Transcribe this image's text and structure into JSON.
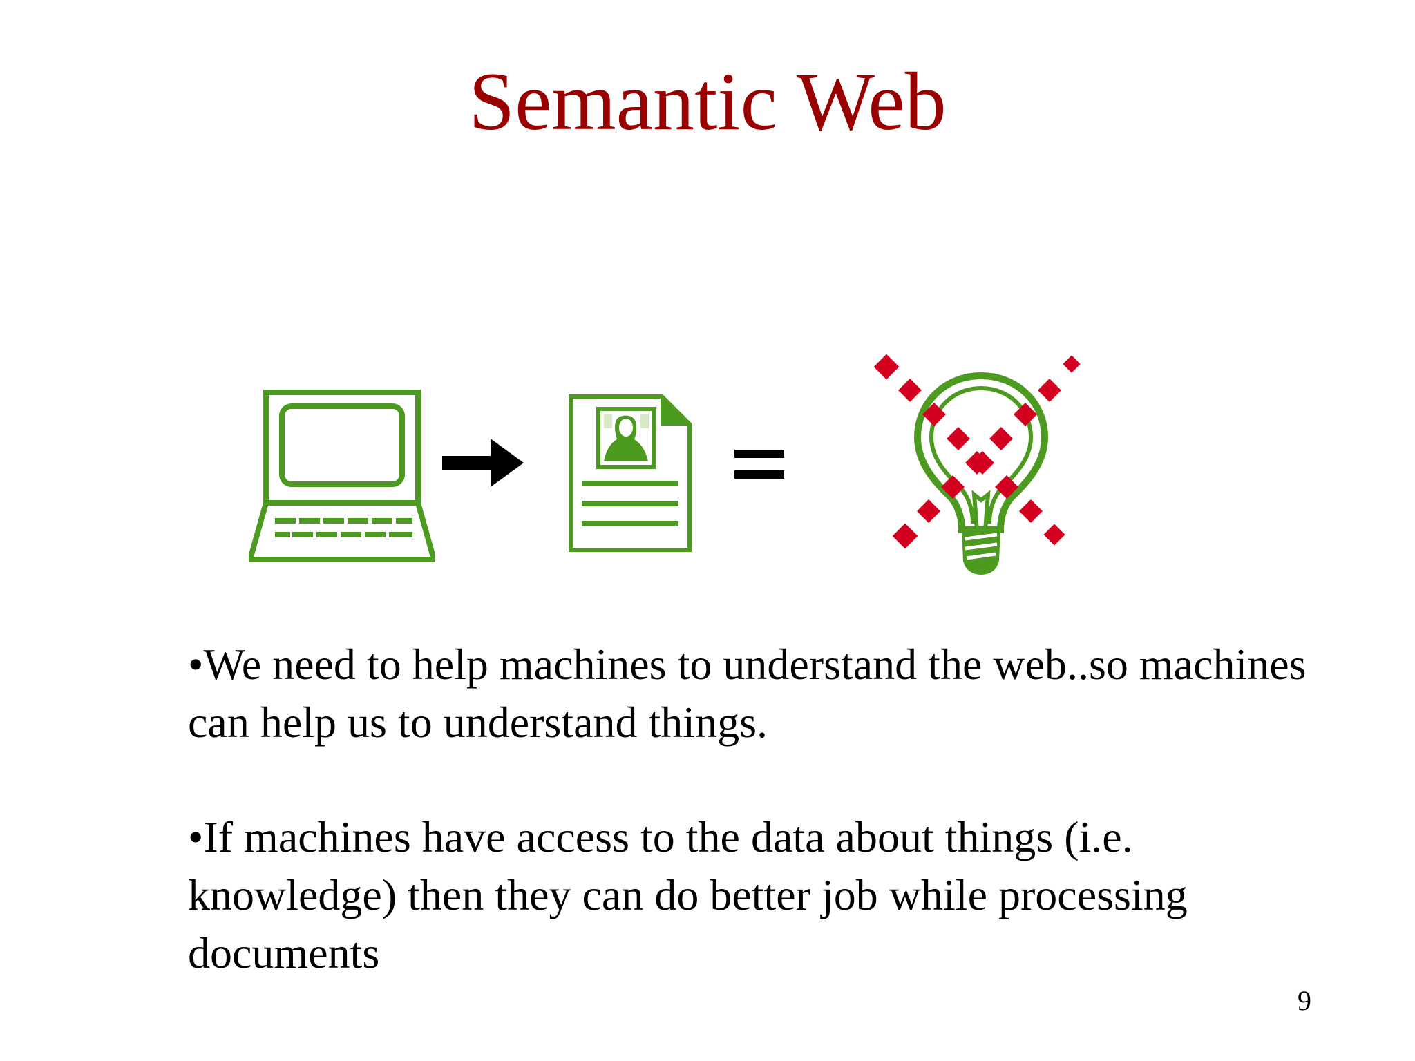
{
  "slide": {
    "title": "Semantic Web",
    "bullets": [
      "•We need to help machines to understand the web..so machines can help us to understand things.",
      "•If machines have access to the data about things (i.e. knowledge) then they can do better job while processing documents"
    ],
    "page_number": "9"
  },
  "illustration": {
    "colors": {
      "green": "#4c9a1f",
      "red": "#d4001f",
      "black": "#000000"
    },
    "icons": [
      "laptop-icon",
      "right-arrow-icon",
      "document-with-mona-lisa-icon",
      "equals-icon",
      "lightbulb-icon",
      "red-dotted-x-icon"
    ]
  }
}
